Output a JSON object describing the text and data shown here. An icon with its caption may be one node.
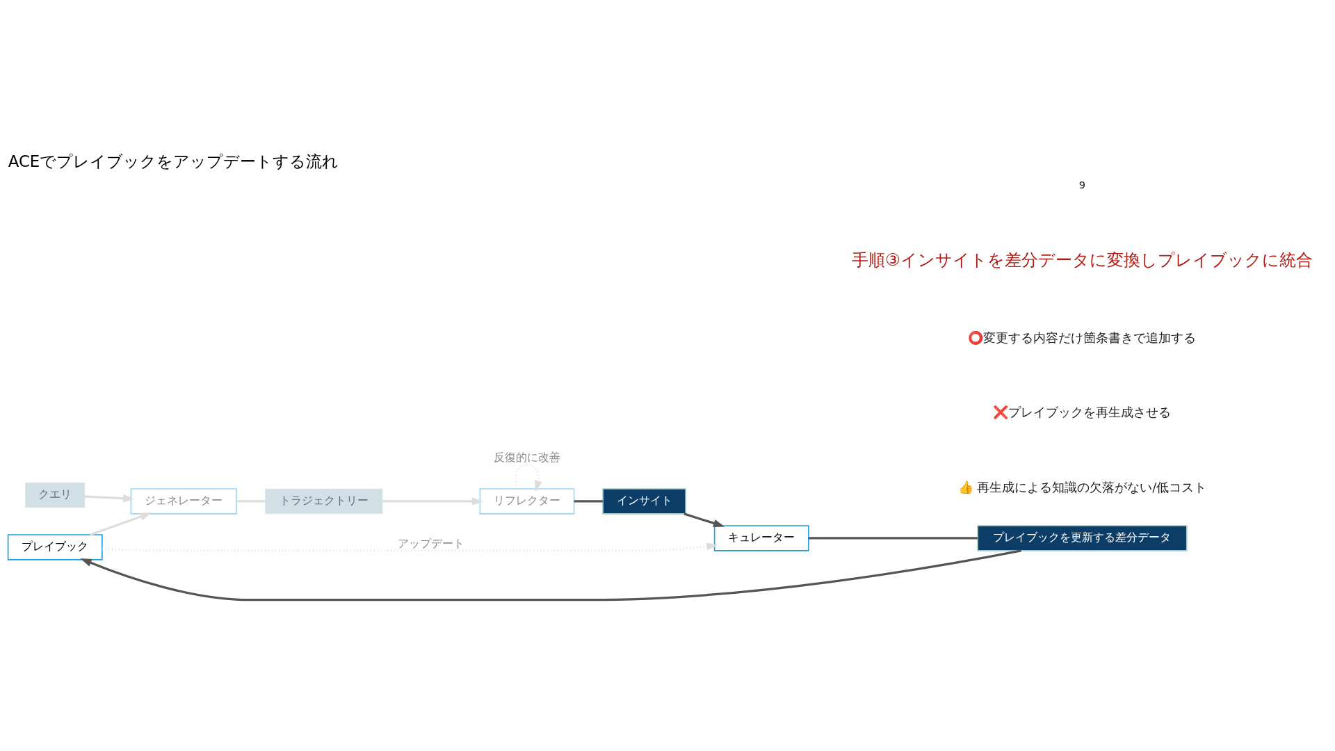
{
  "diagram": {
    "title": "ACEでプレイブックをアップデートする流れ",
    "nodes": [
      {
        "text": [
          "クエリ"
        ]
      },
      {
        "text": [
          "プレイブック"
        ]
      },
      {
        "text": [
          "ジェネレーター"
        ]
      },
      {
        "text": [
          "トラジェクトリー"
        ]
      },
      {
        "text": [
          "リフレクター"
        ]
      },
      {
        "text": [
          "インサイト"
        ]
      },
      {
        "text": [
          "キュレーター"
        ]
      },
      {
        "text": [
          "プレイブックを更新する差分データ"
        ]
      }
    ],
    "edges": [
      {
        "from": 0,
        "to": 2,
        "arrow": "to"
      },
      {
        "from": 1,
        "to": 2,
        "arrow": "to"
      },
      {
        "from": 2,
        "to": 3,
        "arrow": "none"
      },
      {
        "from": 3,
        "to": 4,
        "arrow": "to"
      },
      {
        "from": 4,
        "to": 4,
        "arrow": "to",
        "label": "反復的に改善",
        "style": "dashed"
      },
      {
        "from": 4,
        "to": 5,
        "arrow": "none",
        "color": "#555555"
      },
      {
        "from": 5,
        "to": 6,
        "arrow": "to",
        "color": "#555555"
      },
      {
        "from": 1,
        "to": 6,
        "arrow": "to",
        "label": "アップデート",
        "style": "dashed"
      },
      {
        "from": 6,
        "to": 7,
        "arrow": "none",
        "color": "#555555"
      },
      {
        "from": 7,
        "to": 1,
        "arrow": "to",
        "color": "#555555"
      }
    ],
    "labels": [
      "9",
      "手順③インサイトを差分データに変換しプレイブックに統合",
      "⭕変更する内容だけ箇条書きで追加する",
      "❌プレイブックを再生成させる",
      "👍 再生成による知識の欠落がない/低コスト"
    ]
  }
}
